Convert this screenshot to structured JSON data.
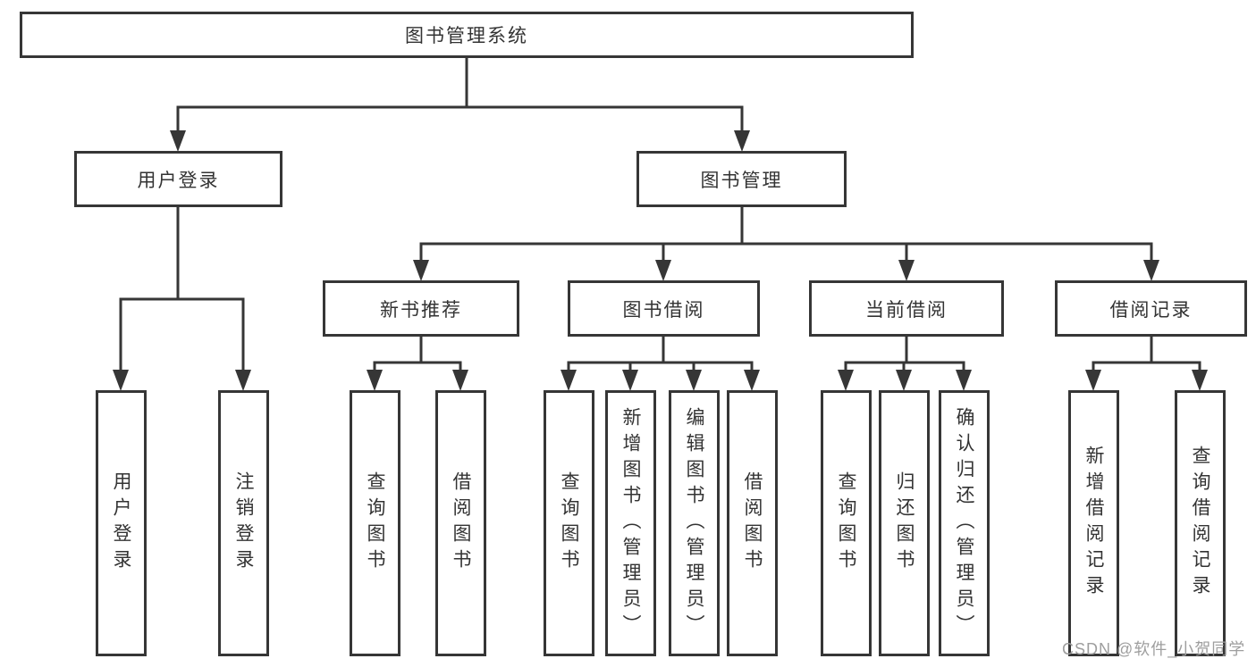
{
  "colors": {
    "line": "#363636",
    "box_border": "#363636",
    "text": "#333333",
    "watermark": "#9e9e9e",
    "background": "#ffffff"
  },
  "watermark": "CSDN @软件_小贺同学",
  "tree": {
    "label": "图书管理系统",
    "children": [
      {
        "label": "用户登录",
        "children": [
          {
            "label": "用户登录"
          },
          {
            "label": "注销登录"
          }
        ]
      },
      {
        "label": "图书管理",
        "children": [
          {
            "label": "新书推荐",
            "children": [
              {
                "label": "查询图书"
              },
              {
                "label": "借阅图书"
              }
            ]
          },
          {
            "label": "图书借阅",
            "children": [
              {
                "label": "查询图书"
              },
              {
                "label": "新增图书（管理员）"
              },
              {
                "label": "编辑图书（管理员）"
              },
              {
                "label": "借阅图书"
              }
            ]
          },
          {
            "label": "当前借阅",
            "children": [
              {
                "label": "查询图书"
              },
              {
                "label": "归还图书"
              },
              {
                "label": "确认归还（管理员）"
              }
            ]
          },
          {
            "label": "借阅记录",
            "children": [
              {
                "label": "新增借阅记录"
              },
              {
                "label": "查询借阅记录"
              }
            ]
          }
        ]
      }
    ]
  }
}
